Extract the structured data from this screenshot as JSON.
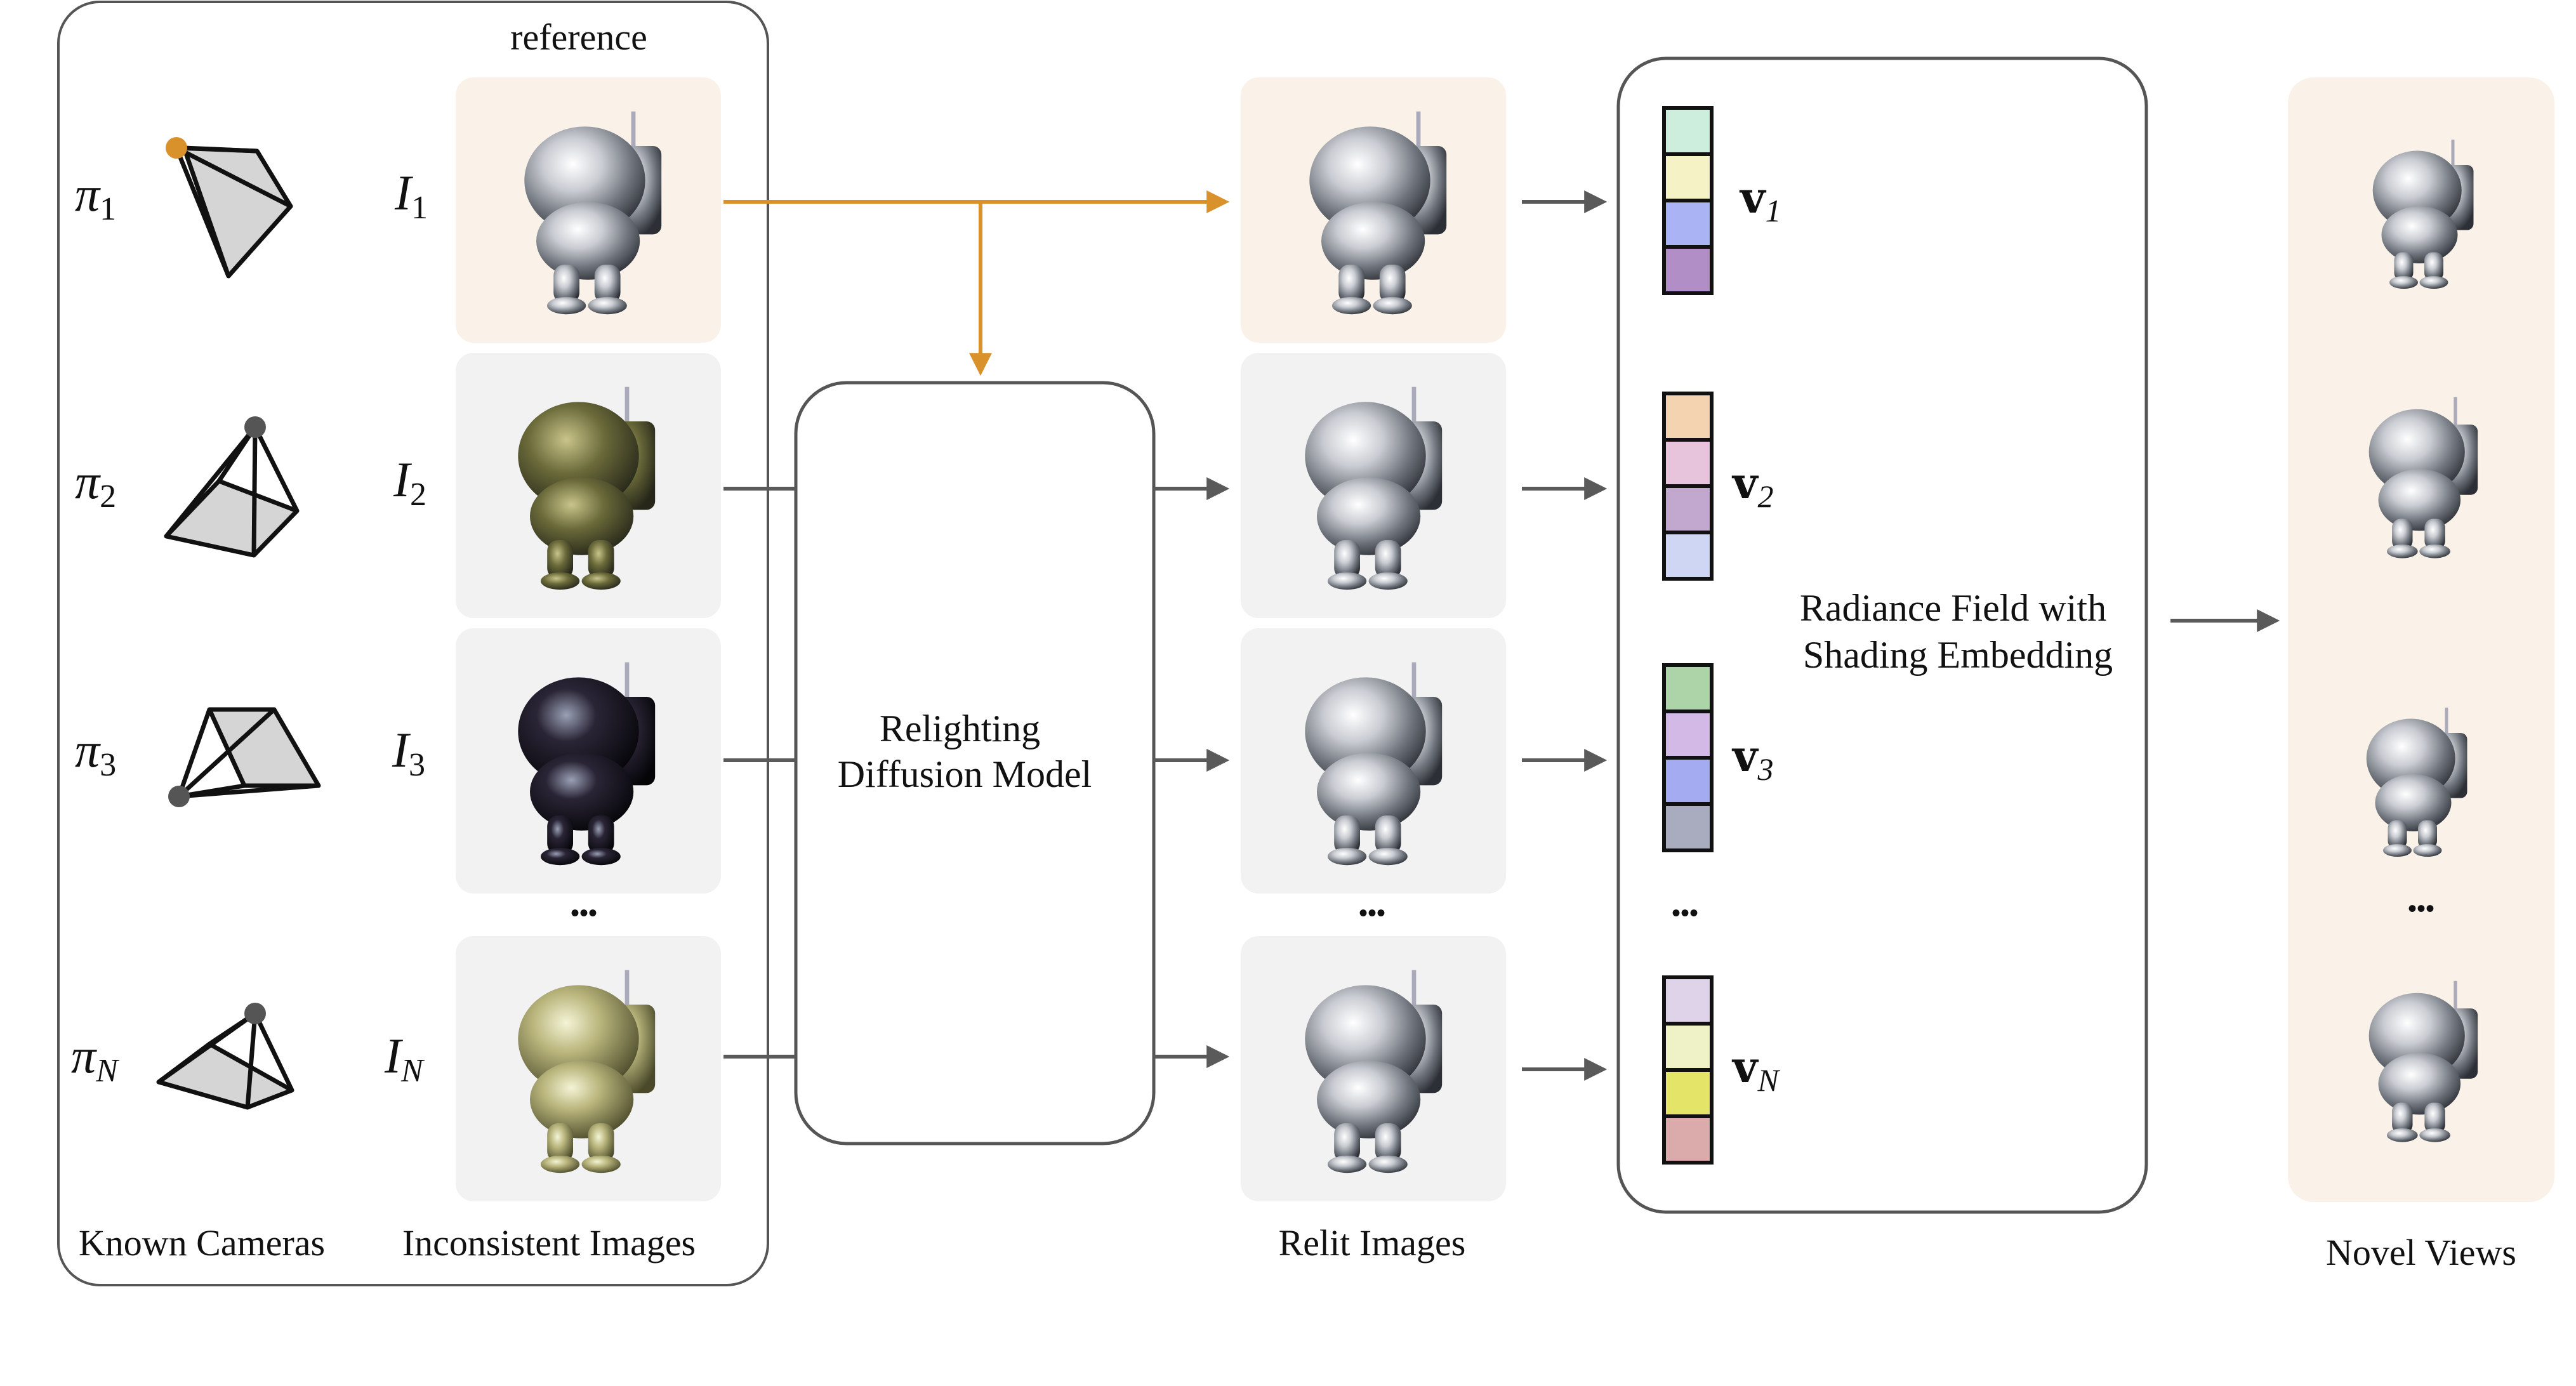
{
  "labels": {
    "reference": "reference",
    "known_cameras": "Known Cameras",
    "inconsistent_images": "Inconsistent Images",
    "relighting_line1": "Relighting",
    "relighting_line2": "Diffusion Model",
    "relit_images": "Relit Images",
    "radiance_line1": "Radiance Field with",
    "radiance_line2": "Shading Embedding",
    "novel_views": "Novel Views",
    "ellipsis": "•••"
  },
  "rows": [
    {
      "cam_symbol": "π",
      "cam_sub": "1",
      "img_symbol": "I",
      "img_sub": "1",
      "emb_symbol": "v",
      "emb_sub": "1",
      "embedding_colors": [
        "#cdeedd",
        "#f5f3c6",
        "#aab4f5",
        "#b18fc6"
      ]
    },
    {
      "cam_symbol": "π",
      "cam_sub": "2",
      "img_symbol": "I",
      "img_sub": "2",
      "emb_symbol": "v",
      "emb_sub": "2",
      "embedding_colors": [
        "#f3d3b0",
        "#e8c3dc",
        "#c2a8cf",
        "#cfd6f3"
      ]
    },
    {
      "cam_symbol": "π",
      "cam_sub": "3",
      "img_symbol": "I",
      "img_sub": "3",
      "emb_symbol": "v",
      "emb_sub": "3",
      "embedding_colors": [
        "#acd4a8",
        "#d3b9e6",
        "#a4abf0",
        "#a9abbe"
      ]
    },
    {
      "cam_symbol": "π",
      "cam_sub": "N",
      "img_symbol": "I",
      "img_sub": "N",
      "emb_symbol": "v",
      "emb_sub": "N",
      "embedding_colors": [
        "#dfd3e9",
        "#eef2c6",
        "#e4e469",
        "#dbaaaa"
      ]
    }
  ],
  "colors": {
    "reference_accent": "#d9912c",
    "reference_tile": "#faf2e8",
    "tile": "#f2f2f2",
    "arrow": "#5a5a5a",
    "box_stroke": "#555555"
  }
}
